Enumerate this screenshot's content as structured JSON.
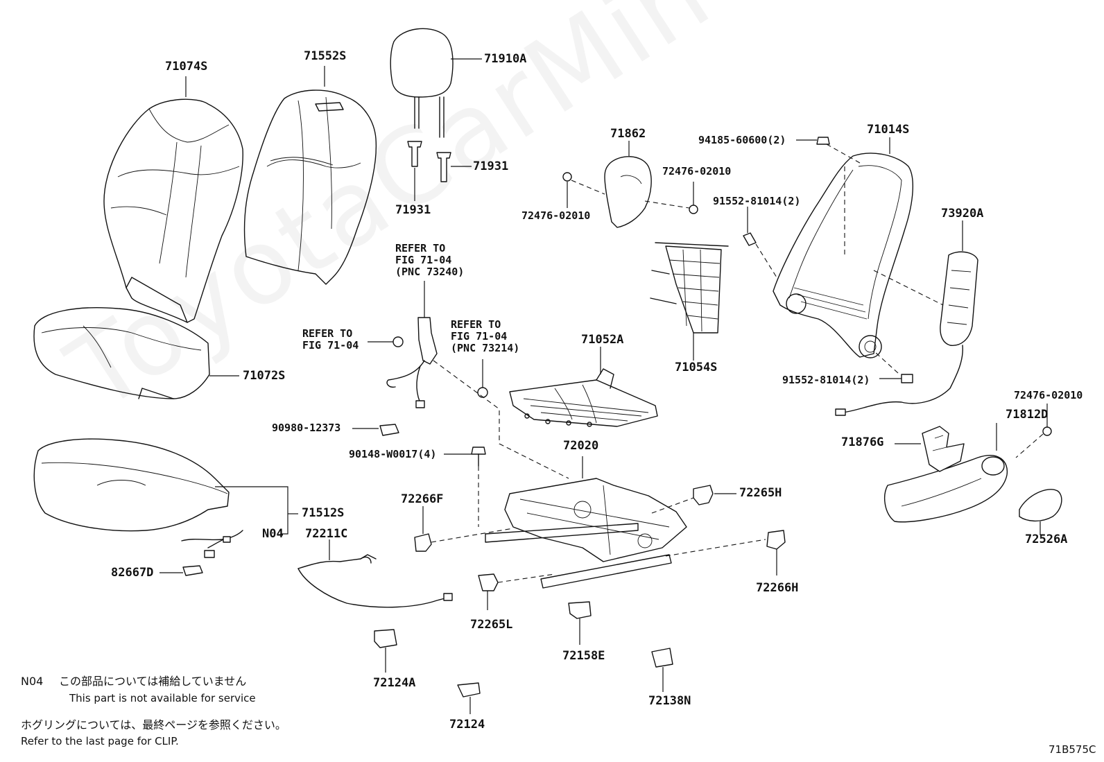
{
  "watermark": "ToyotaCarMine.ru",
  "diagram_id": "71B575C",
  "part_labels": {
    "p71074S": "71074S",
    "p71552S": "71552S",
    "p71910A": "71910A",
    "p71931_right": "71931",
    "p71931_left": "71931",
    "p71862": "71862",
    "p72476_02010_a": "72476-02010",
    "p72476_02010_b": "72476-02010",
    "p72476_02010_c": "72476-02010",
    "p94185": "94185-60600(2)",
    "p71014S": "71014S",
    "p91552_a": "91552-81014(2)",
    "p91552_b": "91552-81014(2)",
    "p73920A": "73920A",
    "p71054S": "71054S",
    "p71052A": "71052A",
    "p71072S": "71072S",
    "p90980": "90980-12373",
    "p90148": "90148-W0017(4)",
    "p72020": "72020",
    "p71812D": "71812D",
    "p71876G": "71876G",
    "p72265H": "72265H",
    "p72266F": "72266F",
    "p71512S": "71512S",
    "pN04": "N04",
    "p72211C": "72211C",
    "p82667D": "82667D",
    "p72266H": "72266H",
    "p72265L": "72265L",
    "p72526A": "72526A",
    "p72158E": "72158E",
    "p72124A": "72124A",
    "p72124": "72124",
    "p72138N": "72138N"
  },
  "references": {
    "ref_73240": "REFER TO\nFIG 71-04\n(PNC 73240)",
    "ref_fig": "REFER TO\nFIG 71-04",
    "ref_73214": "REFER TO\nFIG 71-04\n(PNC 73214)"
  },
  "notes": {
    "n04_code": "N04",
    "n04_jp": "この部品については補給していません",
    "n04_en": "This part is not available for service",
    "clip_jp": "ホグリングについては、最終ページを参照ください。",
    "clip_en": "Refer to the last page for CLIP."
  }
}
